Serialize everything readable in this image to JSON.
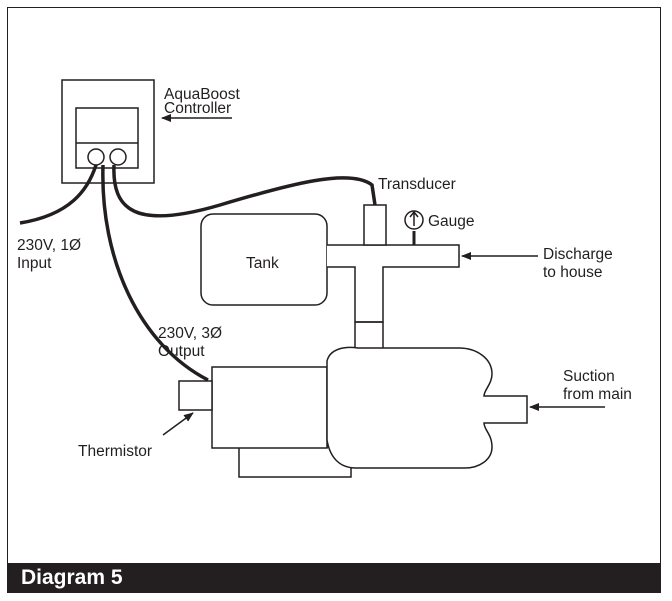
{
  "caption": "Diagram 5",
  "labels": {
    "controller_line1": "AquaBoost",
    "controller_line2": "Controller",
    "input_line1": "230V, 1Ø",
    "input_line2": "Input",
    "output_line1": "230V, 3Ø",
    "output_line2": "Output",
    "transducer": "Transducer",
    "gauge": "Gauge",
    "tank": "Tank",
    "discharge_line1": "Discharge",
    "discharge_line2": "to house",
    "suction_line1": "Suction",
    "suction_line2": "from main",
    "thermistor": "Thermistor"
  },
  "colors": {
    "ink": "#231f20",
    "caption_bar": "#231f20",
    "caption_text": "#ffffff"
  }
}
